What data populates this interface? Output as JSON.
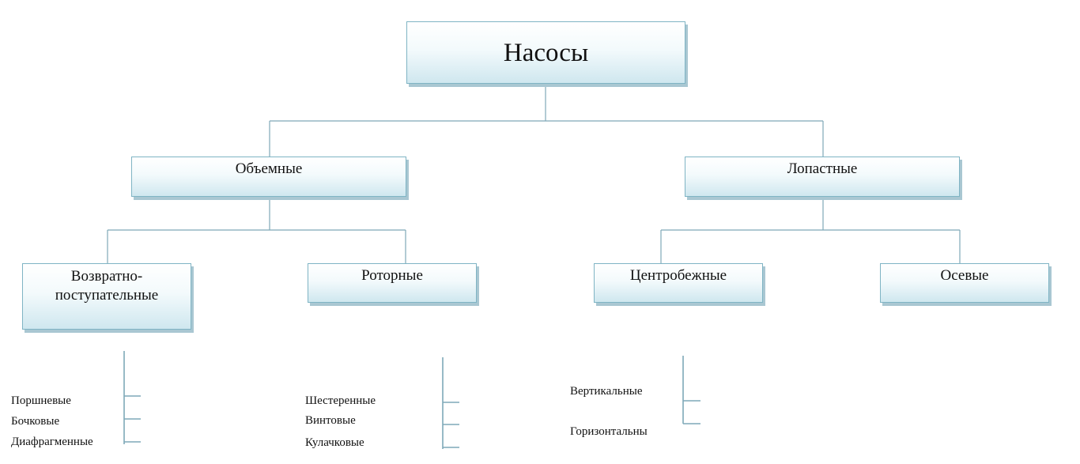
{
  "root": {
    "label": "Насосы"
  },
  "level1": [
    {
      "id": "volumetric",
      "label": "Объемные"
    },
    {
      "id": "vane",
      "label": "Лопастные"
    }
  ],
  "level2": [
    {
      "id": "reciprocating",
      "label_line1": "Возвратно-",
      "label_line2": "поступательные"
    },
    {
      "id": "rotary",
      "label": "Роторные"
    },
    {
      "id": "centrifugal",
      "label": "Центробежные"
    },
    {
      "id": "axial",
      "label": "Осевые"
    }
  ],
  "leaves": {
    "reciprocating": [
      "Поршневые",
      "Бочковые",
      "Диафрагменные"
    ],
    "rotary": [
      "Шестеренные",
      "Винтовые",
      "Кулачковые"
    ],
    "centrifugal": [
      "Вертикальные",
      "Горизонтальны"
    ]
  },
  "colors": {
    "connector": "#7fa8b8",
    "box_border": "#7fb4c4",
    "box_fill_bottom": "#cfe7ef"
  }
}
